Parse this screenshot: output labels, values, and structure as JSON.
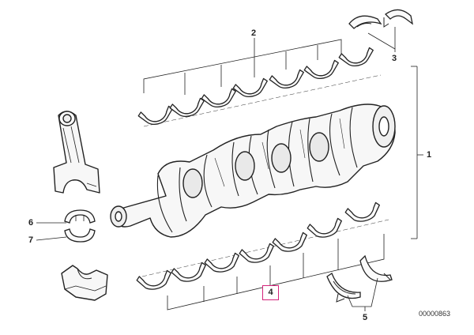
{
  "diagram": {
    "callouts": [
      {
        "id": "1",
        "label": "1"
      },
      {
        "id": "2",
        "label": "2"
      },
      {
        "id": "3",
        "label": "3"
      },
      {
        "id": "4",
        "label": "4"
      },
      {
        "id": "5",
        "label": "5"
      },
      {
        "id": "6",
        "label": "6"
      },
      {
        "id": "7",
        "label": "7"
      }
    ],
    "highlight_color": "#d4237a",
    "document_number": "00000863"
  }
}
